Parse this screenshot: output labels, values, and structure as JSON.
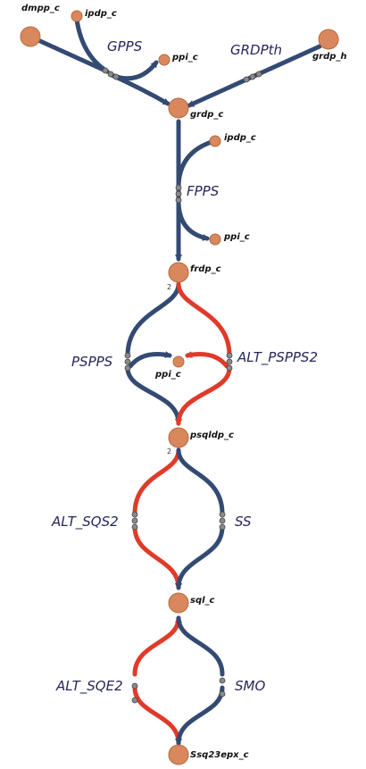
{
  "colors": {
    "background": "#ffffff",
    "pathway_edge": "#334a73",
    "alternative_edge": "#e03a2a",
    "metabolite_fill": "#d9885e",
    "reaction_label": "#26265c"
  },
  "metabolites": {
    "dmpp_c": "dmpp_c",
    "ipdp_c_top": "ipdp_c",
    "ppi_c_top": "ppi_c",
    "grdp_h": "grdp_h",
    "grdp_c": "grdp_c",
    "ipdp_c_mid": "ipdp_c",
    "ppi_c_mid": "ppi_c",
    "frdp_c": "frdp_c",
    "ppi_c_low": "ppi_c",
    "psqldp_c": "psqldp_c",
    "sql_c": "sql_c",
    "Ssq23epx_c": "Ssq23epx_c"
  },
  "reactions": {
    "gpps": "GPPS",
    "grdpth": "GRDPth",
    "fpps": "FPPS",
    "pspps": "PSPPS",
    "alt_pspps2": "ALT_PSPPS2",
    "alt_sqs2": "ALT_SQS2",
    "ss": "SS",
    "alt_sqe2": "ALT_SQE2",
    "smo": "SMO"
  },
  "stoichiometry": {
    "frdp_c": "2",
    "psqldp_c": "2"
  }
}
